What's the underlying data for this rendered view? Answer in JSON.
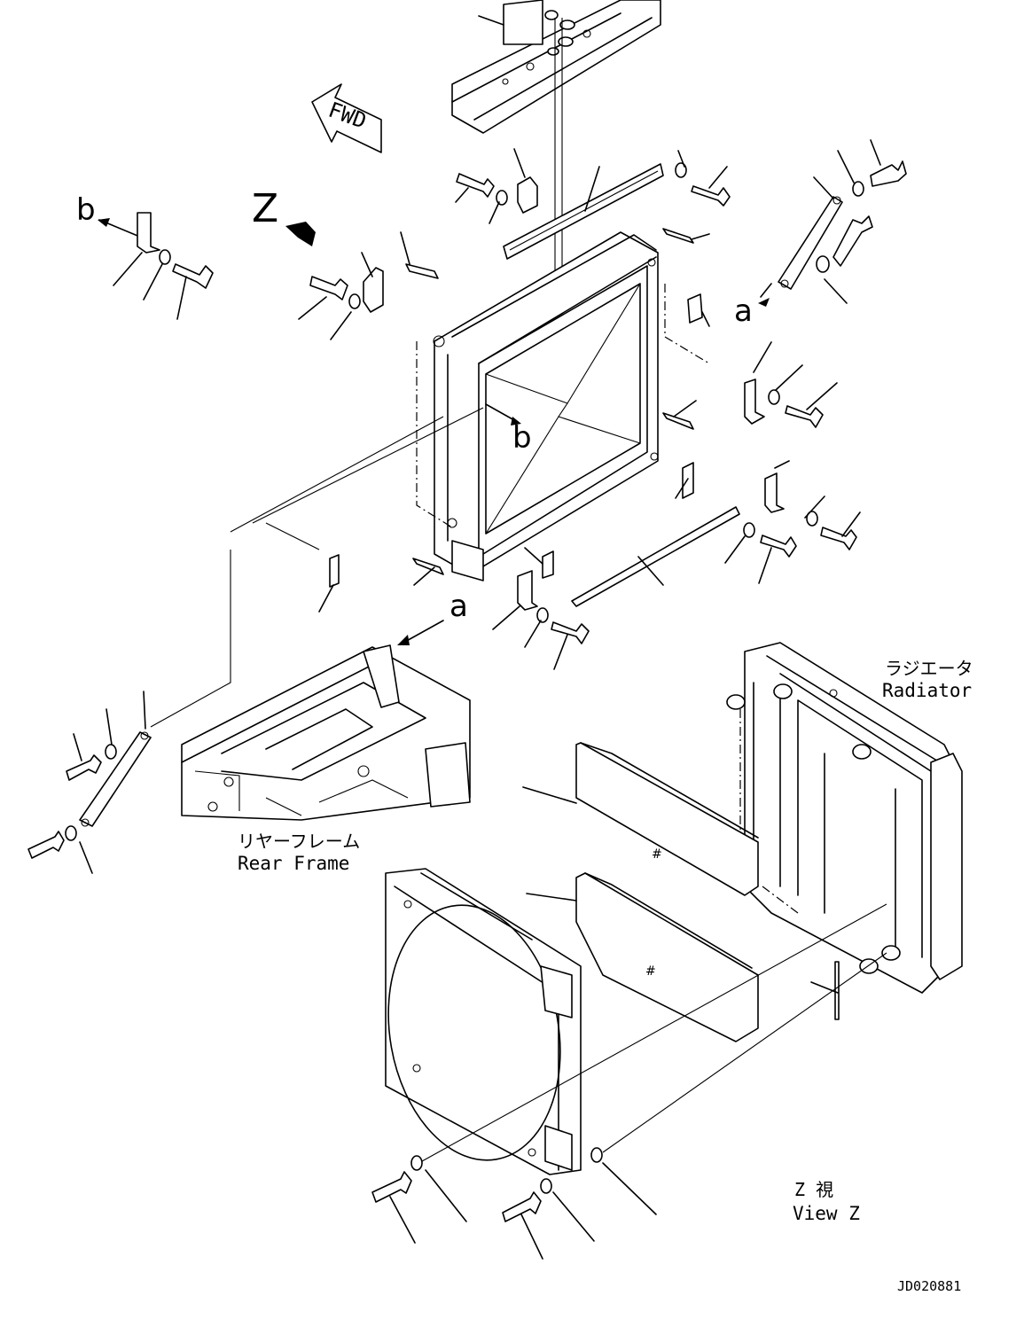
{
  "arrow_marker": "FWD",
  "view_marker": "Z",
  "ref_a_top": "a",
  "ref_a_mid": "a",
  "ref_b_left": "b",
  "ref_b_center": "b",
  "radiator_jp": "ラジエータ",
  "radiator_en": "Radiator",
  "rear_frame_jp": "リヤーフレーム",
  "rear_frame_en": "Rear Frame",
  "view_jp": "Z 視",
  "view_en": "View Z",
  "drawing_id": "JD020881"
}
